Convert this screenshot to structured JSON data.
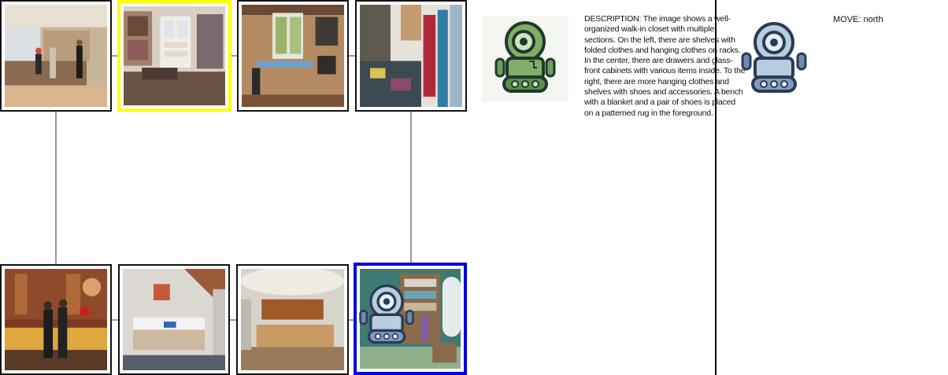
{
  "map": {
    "nodes": [
      {
        "id": "lobby-reception",
        "row": 0,
        "col": 0,
        "state": "normal"
      },
      {
        "id": "walk-in-closet",
        "row": 0,
        "col": 1,
        "state": "selected",
        "highlight": "#ffff00"
      },
      {
        "id": "home-office",
        "row": 0,
        "col": 2,
        "state": "normal"
      },
      {
        "id": "cluttered-closet",
        "row": 0,
        "col": 3,
        "state": "normal"
      },
      {
        "id": "hotel-front-desk",
        "row": 1,
        "col": 0,
        "state": "normal"
      },
      {
        "id": "bedroom",
        "row": 1,
        "col": 1,
        "state": "normal"
      },
      {
        "id": "reception-counter-room",
        "row": 1,
        "col": 2,
        "state": "normal"
      },
      {
        "id": "closet-with-agent",
        "row": 1,
        "col": 3,
        "state": "current",
        "highlight": "#0000dd"
      }
    ],
    "edge_color": "#9a9a9a"
  },
  "agent_card": {
    "icon": "green-robot-icon"
  },
  "description": {
    "text": "DESCRIPTION: The image shows a well-organized walk-in closet with multiple sections. On the left, there are shelves with folded clothes and hanging clothes on racks. In the center, there are drawers and glass-front cabinets with various items inside. To the right, there are more hanging clothes and shelves with shoes and accessories. A bench with a blanket and a pair of shoes is placed on a patterned rug in the foreground."
  },
  "right_panel": {
    "icon": "blue-robot-icon",
    "move": "MOVE: north"
  },
  "colors": {
    "selected": "#ffff00",
    "current": "#0000dd",
    "divider": "#000000"
  }
}
